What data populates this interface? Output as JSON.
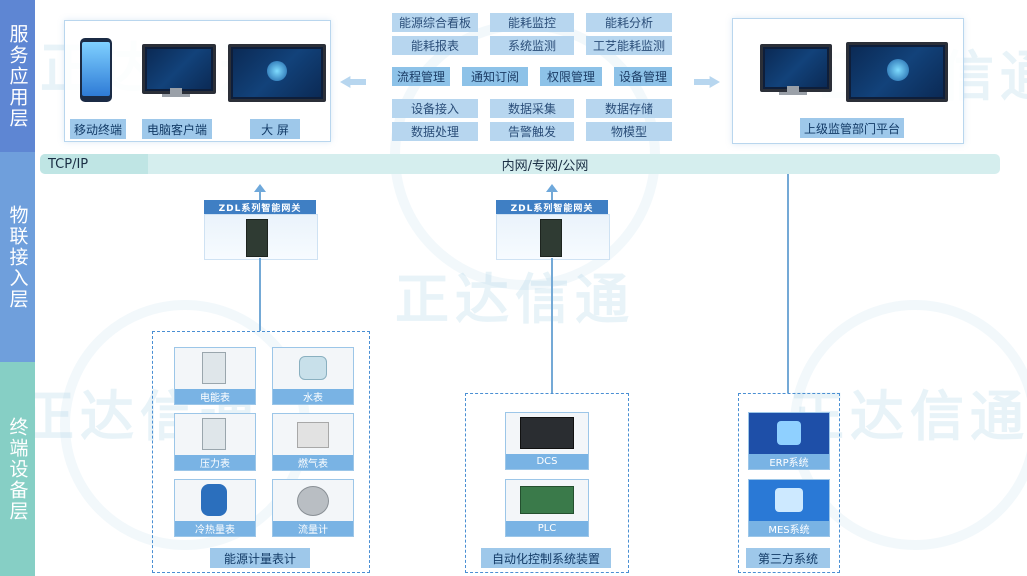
{
  "layers": {
    "service": "服务应用层",
    "iot": "物联接入层",
    "terminal": "终端设备层"
  },
  "watermark": "正达信通",
  "left_panel": {
    "labels": [
      "移动终端",
      "电脑客户端",
      "大 屏"
    ]
  },
  "center_modules": {
    "row1": [
      "能源综合看板",
      "能耗监控",
      "能耗分析"
    ],
    "row2": [
      "能耗报表",
      "系统监测",
      "工艺能耗监测"
    ],
    "row3": [
      "流程管理",
      "通知订阅",
      "权限管理",
      "设备管理"
    ],
    "row4": [
      "设备接入",
      "数据采集",
      "数据存储"
    ],
    "row5": [
      "数据处理",
      "告警触发",
      "物模型"
    ]
  },
  "right_panel": {
    "label": "上级监管部门平台"
  },
  "network": {
    "protocol": "TCP/IP",
    "label": "内网/专网/公网"
  },
  "gateways": [
    "ZDL系列智能网关",
    "ZDL系列智能网关"
  ],
  "groups": {
    "meters": {
      "title": "能源计量表计",
      "items": [
        "电能表",
        "水表",
        "压力表",
        "燃气表",
        "冷热量表",
        "流量计"
      ]
    },
    "automation": {
      "title": "自动化控制系统装置",
      "items": [
        "DCS",
        "PLC"
      ]
    },
    "third_party": {
      "title": "第三方系统",
      "items": [
        "ERP系统",
        "MES系统"
      ]
    }
  },
  "colors": {
    "service_layer": "#5e86d3",
    "iot_layer": "#6f9fdc",
    "terminal_layer": "#86cfc5",
    "network_bar": "#d5eeee",
    "accent": "#4a8fd3"
  }
}
